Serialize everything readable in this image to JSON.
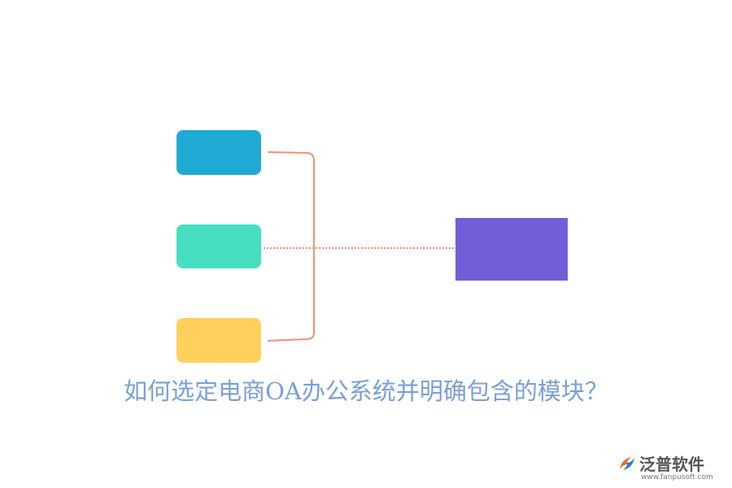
{
  "diagram": {
    "title": "如何选定电商OA办公系统并明确包含的模块？",
    "nodes": [
      {
        "id": "blue",
        "color": "#1eaad3"
      },
      {
        "id": "teal",
        "color": "#46e0c0"
      },
      {
        "id": "yellow",
        "color": "#ffd05c"
      },
      {
        "id": "purple",
        "color": "#735ed9"
      }
    ],
    "connector_color": "#f0907a"
  },
  "watermark": {
    "brand": "泛普软件",
    "url": "www.fanpusoft.com",
    "mark_colors": [
      "#e86a2a",
      "#2a7fc7"
    ]
  }
}
